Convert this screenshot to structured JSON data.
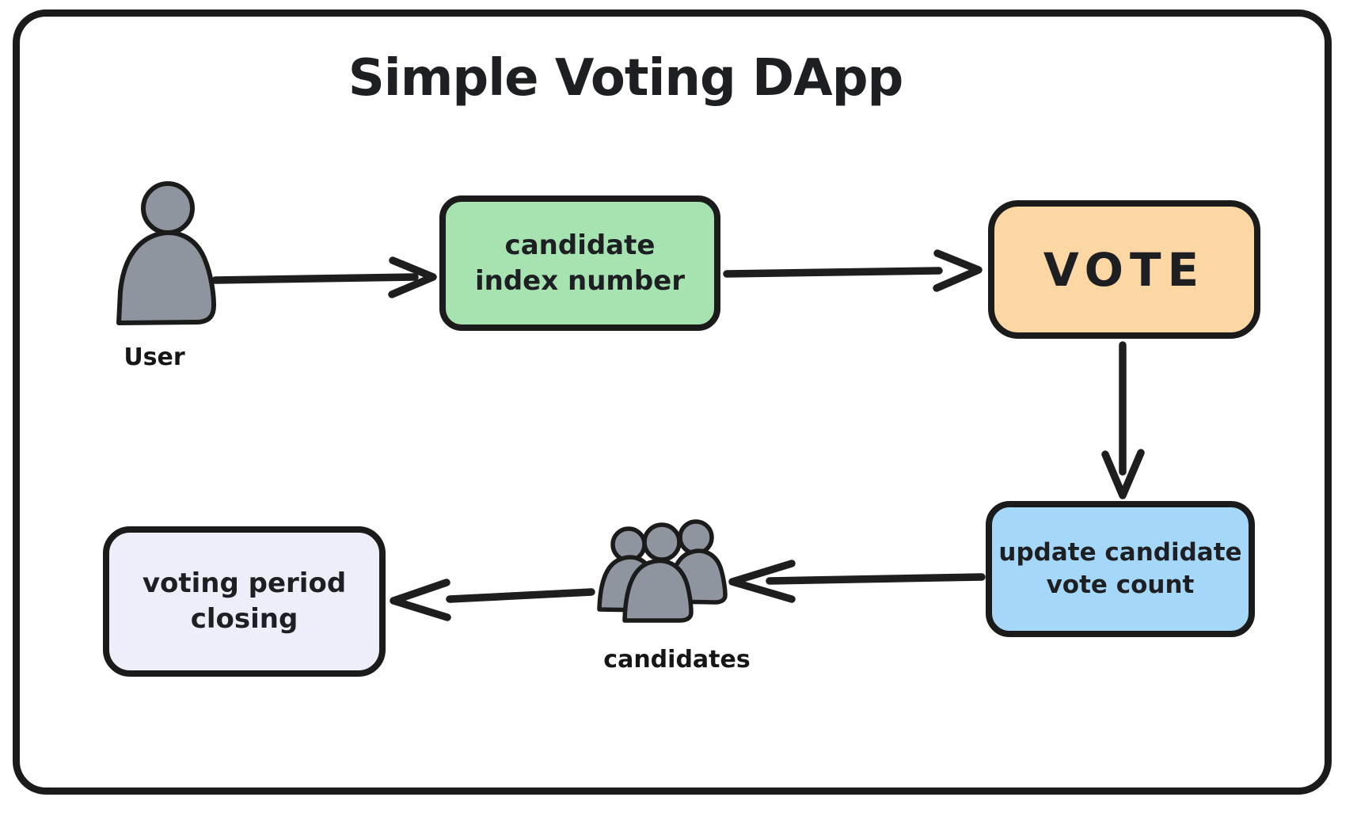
{
  "title": "Simple Voting DApp",
  "actors": {
    "user": {
      "label": "User",
      "icon": "person-icon"
    },
    "candidates": {
      "label": "candidates",
      "icon": "people-group-icon"
    }
  },
  "nodes": {
    "candidate_index": {
      "line1": "candidate",
      "line2": "index number",
      "fill": "#a7e3b0"
    },
    "vote": {
      "label": "VOTE",
      "fill": "#fcd7a4"
    },
    "update_vote_count": {
      "line1": "update candidate",
      "line2": "vote count",
      "fill": "#a5d8f8"
    },
    "voting_period_closing": {
      "line1": "voting period",
      "line2": "closing",
      "fill": "#eeeefb"
    }
  },
  "edges": [
    "User -> candidate index number",
    "candidate index number -> VOTE",
    "VOTE -> update candidate vote count",
    "update candidate vote count -> candidates",
    "candidates -> voting period closing"
  ],
  "colors": {
    "outline": "#1b1b1b",
    "arrow": "#1e1e1e",
    "person_fill": "#8e959e",
    "background": "#ffffff",
    "text": "#1d1f23"
  }
}
